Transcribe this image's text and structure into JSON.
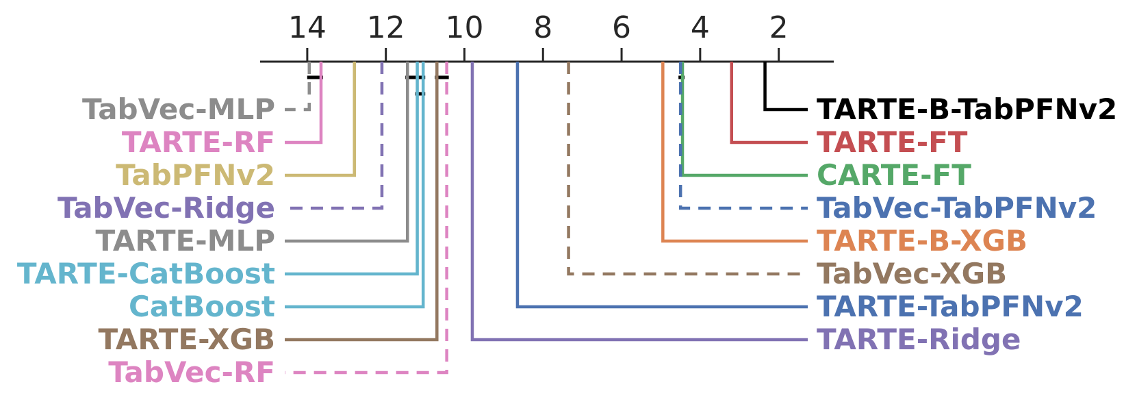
{
  "chart_data": {
    "type": "critical-difference",
    "axis": {
      "range": [
        15.2,
        0.6
      ],
      "reversed": true,
      "ticks": [
        14,
        12,
        10,
        8,
        6,
        4,
        2
      ],
      "tick_labels": [
        "14",
        "12",
        "10",
        "8",
        "6",
        "4",
        "2"
      ]
    },
    "methods_left": [
      {
        "name": "TabVec-MLP",
        "rank": 13.95,
        "color": "#8c8c8c",
        "style": "dashed"
      },
      {
        "name": "TARTE-RF",
        "rank": 13.65,
        "color": "#dd84c1",
        "style": "solid"
      },
      {
        "name": "TabPFNv2",
        "rank": 12.8,
        "color": "#ccb974",
        "style": "solid"
      },
      {
        "name": "TabVec-Ridge",
        "rank": 12.1,
        "color": "#8172b3",
        "style": "dashed"
      },
      {
        "name": "TARTE-MLP",
        "rank": 11.45,
        "color": "#8c8c8c",
        "style": "solid"
      },
      {
        "name": "TARTE-CatBoost",
        "rank": 11.2,
        "color": "#64b5cd",
        "style": "solid"
      },
      {
        "name": "CatBoost",
        "rank": 11.05,
        "color": "#64b5cd",
        "style": "solid"
      },
      {
        "name": "TARTE-XGB",
        "rank": 10.7,
        "color": "#937860",
        "style": "solid"
      },
      {
        "name": "TabVec-RF",
        "rank": 10.45,
        "color": "#dd84c1",
        "style": "dashed"
      }
    ],
    "methods_right": [
      {
        "name": "TARTE-B-TabPFNv2",
        "rank": 2.35,
        "color": "#000000",
        "style": "solid"
      },
      {
        "name": "TARTE-FT",
        "rank": 3.2,
        "color": "#c44e52",
        "style": "solid"
      },
      {
        "name": "CARTE-FT",
        "rank": 4.45,
        "color": "#55a868",
        "style": "solid"
      },
      {
        "name": "TabVec-TabPFNv2",
        "rank": 4.5,
        "color": "#4c72b0",
        "style": "dashed"
      },
      {
        "name": "TARTE-B-XGB",
        "rank": 4.95,
        "color": "#dd8452",
        "style": "solid"
      },
      {
        "name": "TabVec-XGB",
        "rank": 7.35,
        "color": "#937860",
        "style": "dashed"
      },
      {
        "name": "TARTE-TabPFNv2",
        "rank": 8.65,
        "color": "#4c72b0",
        "style": "solid"
      },
      {
        "name": "TARTE-Ridge",
        "rank": 9.8,
        "color": "#8172b3",
        "style": "solid"
      }
    ],
    "cliques": [
      {
        "low": 13.65,
        "high": 13.95
      },
      {
        "low": 11.05,
        "high": 11.45
      },
      {
        "low": 11.05,
        "high": 11.2
      },
      {
        "low": 10.45,
        "high": 10.7
      },
      {
        "low": 4.45,
        "high": 4.5
      }
    ]
  }
}
